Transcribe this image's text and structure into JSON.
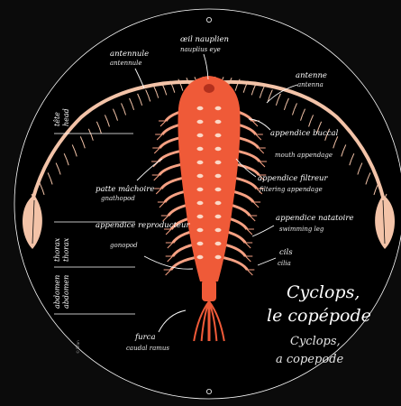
{
  "title": {
    "fr_line1": "Cyclops,",
    "fr_line2": "le copépode",
    "en_line1": "Cyclops,",
    "en_line2": "a copepode"
  },
  "labels": [
    {
      "id": "naupliar-eye",
      "fr": "œil nauplien",
      "en": "nauplius eye"
    },
    {
      "id": "antennule",
      "fr": "antennule",
      "en": "antennule"
    },
    {
      "id": "antenna",
      "fr": "antenne",
      "en": "antenna"
    },
    {
      "id": "mouth-appendage",
      "fr": "appendice buccal",
      "en": "mouth appendage"
    },
    {
      "id": "filtering-appendage",
      "fr": "appendice filtreur",
      "en": "filtering appendage"
    },
    {
      "id": "gnathopod",
      "fr": "patte mâchoire",
      "en": "gnathopod"
    },
    {
      "id": "gonopod",
      "fr": "appendice reproducteur",
      "en": "gonopod"
    },
    {
      "id": "swimming-leg",
      "fr": "appendice natatoire",
      "en": "swimming leg"
    },
    {
      "id": "cilia",
      "fr": "cils",
      "en": "cilia"
    },
    {
      "id": "caudal-ramus",
      "fr": "furca",
      "en": "caudal ramus"
    }
  ],
  "body_regions": [
    {
      "id": "head",
      "fr": "tête",
      "en": "head"
    },
    {
      "id": "thorax",
      "fr": "thorax",
      "en": "thorax"
    },
    {
      "id": "abdomen",
      "fr": "abdomen",
      "en": "abdomen"
    }
  ],
  "credit": "© Dfan",
  "colors": {
    "background": "#0b0b0b",
    "disc": "#000000",
    "body": "#ef5a38",
    "body_light": "#f6a183",
    "antenna": "#f3c3a8",
    "line": "#ffffff"
  }
}
